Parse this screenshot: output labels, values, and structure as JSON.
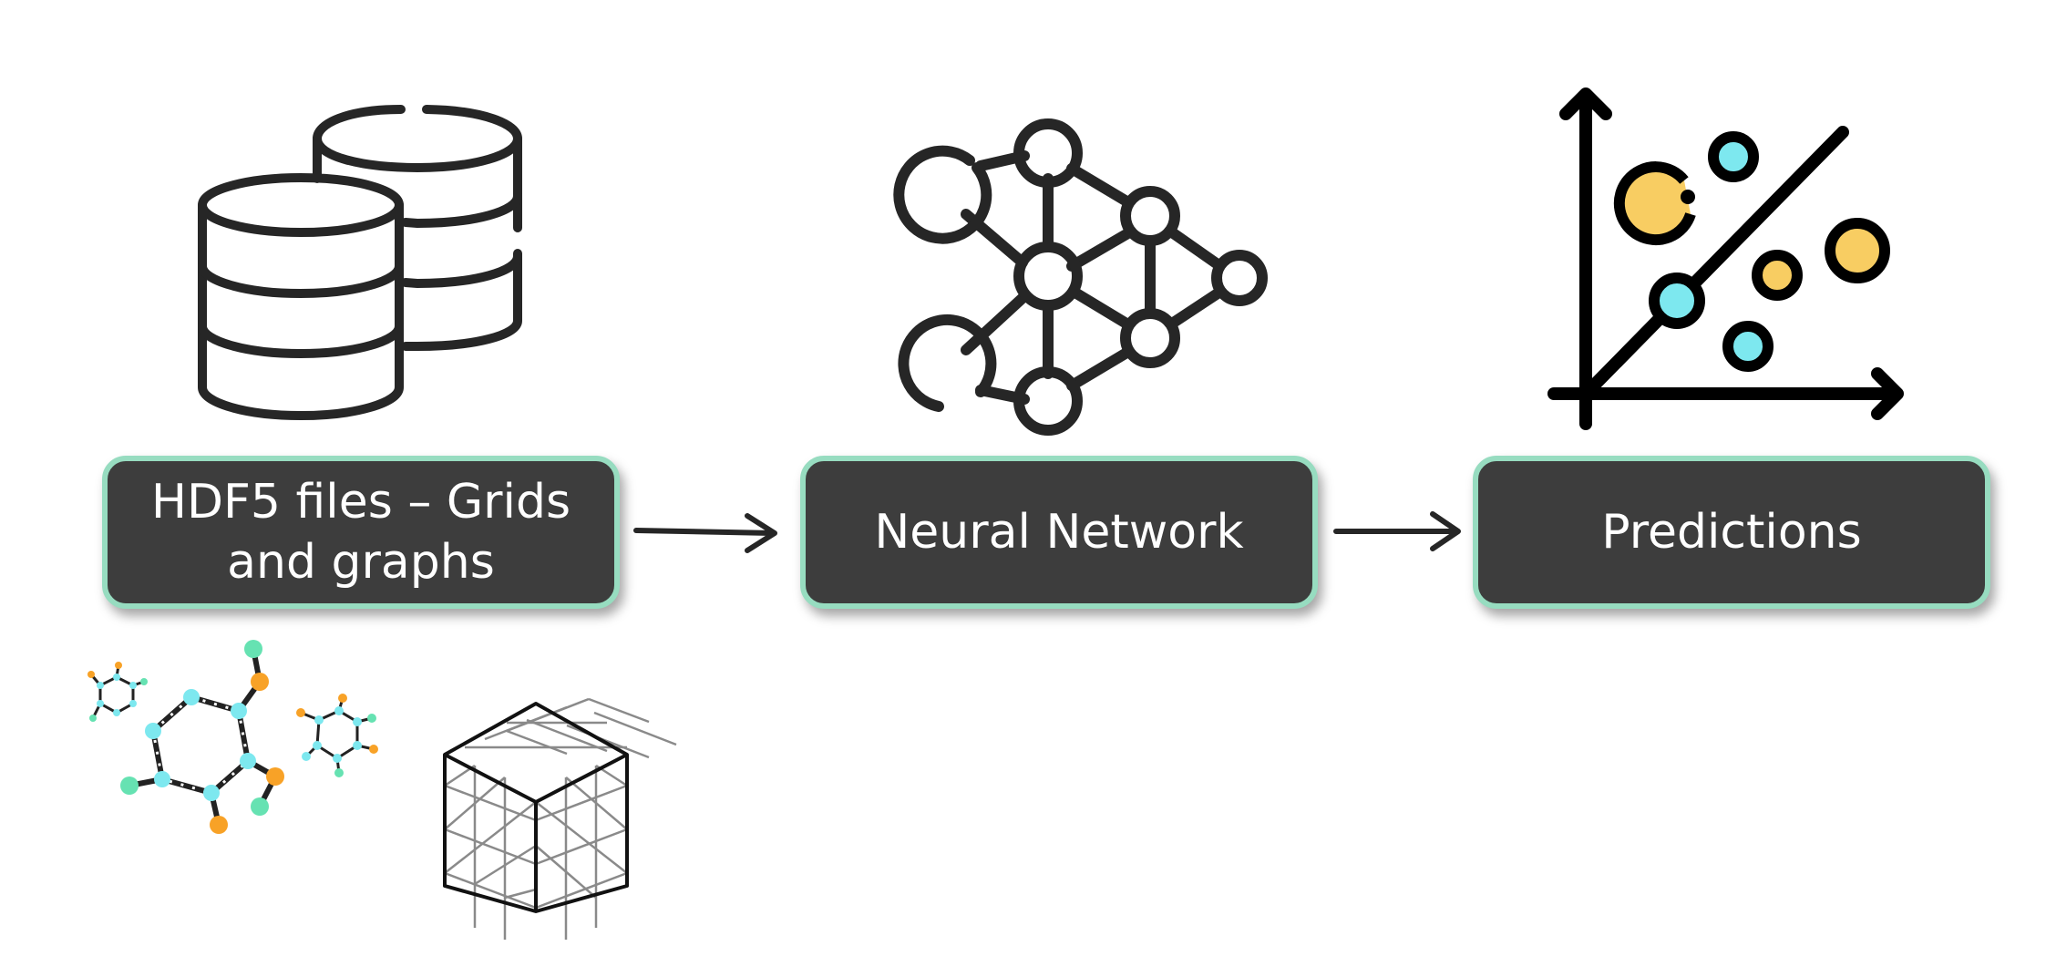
{
  "diagram": {
    "nodes": [
      {
        "id": "data",
        "label": "HDF5 files – Grids and graphs"
      },
      {
        "id": "nn",
        "label": "Neural Network"
      },
      {
        "id": "pred",
        "label": "Predictions"
      }
    ],
    "edges": [
      {
        "from": "data",
        "to": "nn"
      },
      {
        "from": "nn",
        "to": "pred"
      }
    ],
    "icons": [
      "database-icon",
      "neural-network-icon",
      "scatter-plot-icon",
      "molecule-graph-icon",
      "grid-cube-icon"
    ],
    "colors": {
      "box_fill": "#3d3d3d",
      "box_border": "#97dcc0",
      "box_text": "#ffffff",
      "icon_stroke": "#262626",
      "cyan": "#7de8ef",
      "orange": "#f8a227",
      "yellow": "#f8cd62",
      "green": "#66e2b2"
    }
  }
}
